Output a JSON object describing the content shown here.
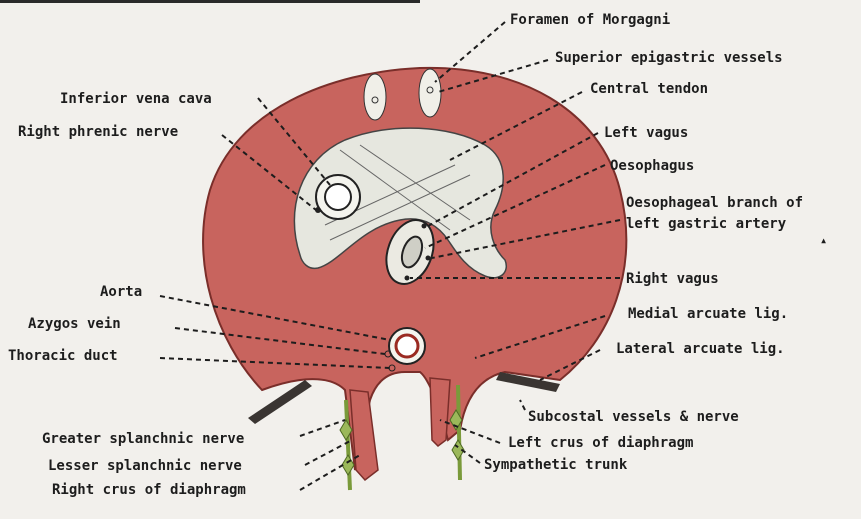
{
  "colors": {
    "muscle": "#c8645e",
    "muscle_edge": "#7a2e2a",
    "tendon": "#e6e7df",
    "background": "#f2f0ec",
    "ink": "#1d1d1d",
    "nerve_green": "#7a9a3a"
  },
  "labels": {
    "foramen_morgagni": "Foramen of Morgagni",
    "superior_epigastric": "Superior epigastric vessels",
    "central_tendon": "Central tendon",
    "inferior_vena_cava": "Inferior vena cava",
    "right_phrenic": "Right phrenic nerve",
    "left_vagus": "Left vagus",
    "oesophagus": "Oesophagus",
    "oesophageal_branch_1": "Oesophageal branch of",
    "oesophageal_branch_2": "left gastric artery",
    "right_vagus": "Right vagus",
    "aorta": "Aorta",
    "azygos": "Azygos vein",
    "thoracic_duct": "Thoracic duct",
    "medial_arcuate": "Medial arcuate lig.",
    "lateral_arcuate": "Lateral arcuate lig.",
    "subcostal": "Subcostal vessels & nerve",
    "left_crus": "Left crus of diaphragm",
    "sympathetic": "Sympathetic trunk",
    "greater_splanchnic": "Greater splanchnic nerve",
    "lesser_splanchnic": "Lesser splanchnic nerve",
    "right_crus": "Right crus of diaphragm"
  }
}
